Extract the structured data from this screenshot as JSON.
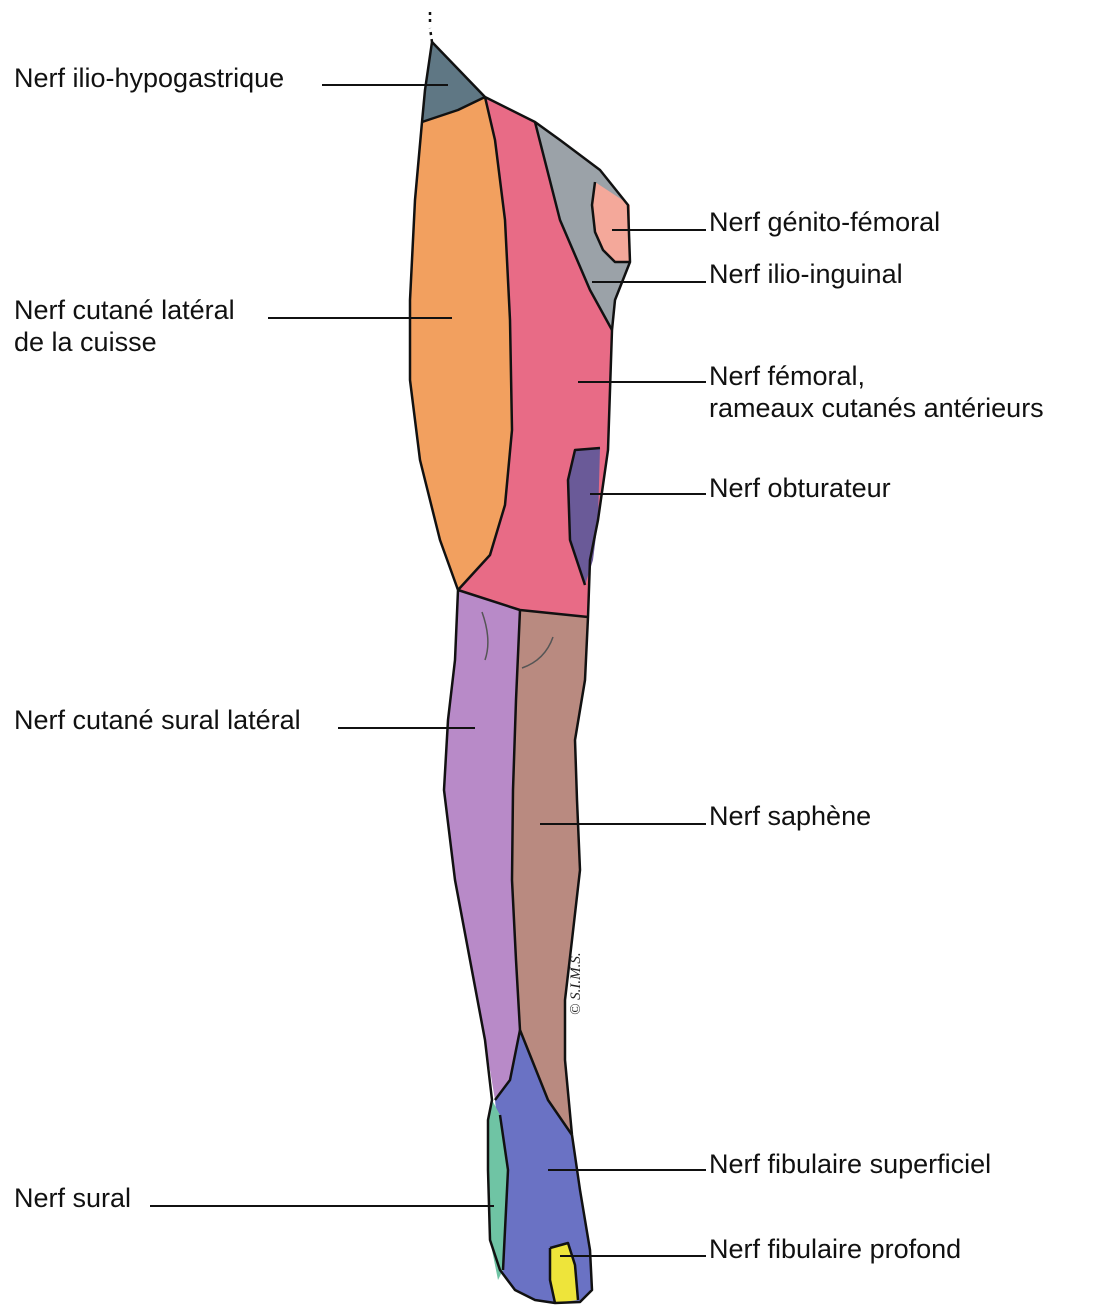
{
  "labels": {
    "ilio_hypogastrique": "Nerf ilio-hypogastrique",
    "genito_femoral": "Nerf génito-fémoral",
    "ilio_inguinal": "Nerf ilio-inguinal",
    "cutane_lateral_cuisse": [
      "Nerf cutané latéral",
      "de la cuisse"
    ],
    "femoral": [
      "Nerf fémoral,",
      "rameaux cutanés antérieurs"
    ],
    "obturateur": "Nerf obturateur",
    "cutane_sural_lateral": "Nerf cutané sural latéral",
    "saphene": "Nerf saphène",
    "fibulaire_superficiel": "Nerf fibulaire superficiel",
    "sural": "Nerf sural",
    "fibulaire_profond": "Nerf fibulaire profond"
  },
  "copyright": "© S.I.M.S.",
  "colors": {
    "ilio_hypogastrique": "#5f7784",
    "cutane_lateral_cuisse": "#f2a05f",
    "femoral": "#e86b86",
    "ilio_inguinal": "#9ba2a8",
    "genito_femoral": "#f4a89a",
    "obturateur": "#6a5a98",
    "cutane_sural_lateral": "#b88ac8",
    "saphene": "#b98a80",
    "fibulaire_superficiel": "#6a72c4",
    "sural": "#6fc4a4",
    "fibulaire_profond": "#eee43a",
    "outline": "#111111"
  }
}
